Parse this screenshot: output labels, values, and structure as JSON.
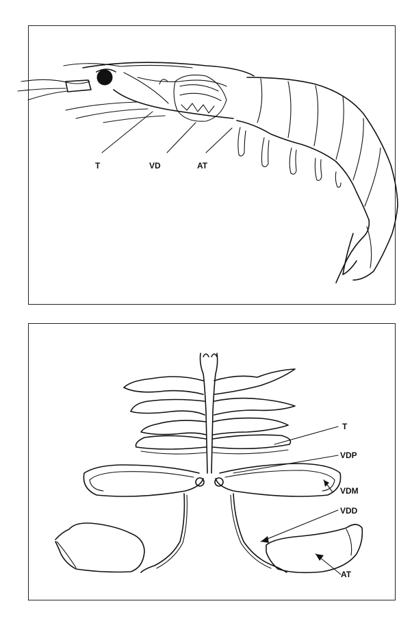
{
  "figure_top": {
    "labels": {
      "t": "T",
      "vd": "VD",
      "at": "AT"
    }
  },
  "figure_bottom": {
    "labels": {
      "t": "T",
      "vdp": "VDP",
      "vdm": "VDM",
      "vdd": "VDD",
      "at": "AT"
    }
  }
}
